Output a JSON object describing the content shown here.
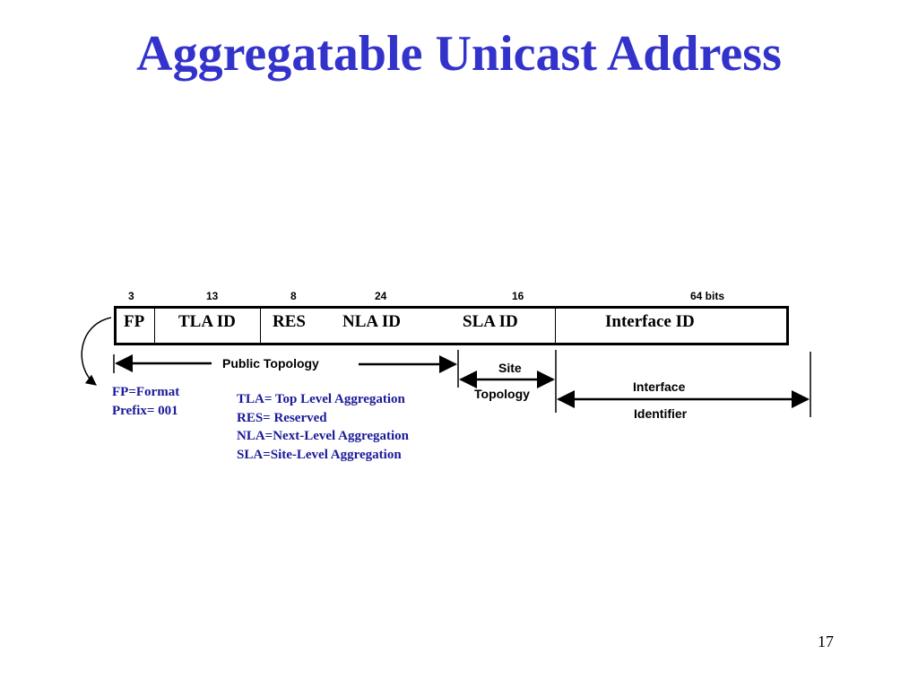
{
  "title": "Aggregatable Unicast Address",
  "bit_widths": [
    "3",
    "13",
    "8",
    "24",
    "16",
    "64 bits"
  ],
  "fields": [
    "FP",
    "TLA ID",
    "RES",
    "NLA ID",
    "SLA ID",
    "Interface ID"
  ],
  "topology": {
    "public": "Public Topology",
    "site_line1": "Site",
    "site_line2": "Topology",
    "interface_line1": "Interface",
    "interface_line2": "Identifier"
  },
  "fp_note": {
    "line1": "FP=Format",
    "line2": "Prefix= 001"
  },
  "legend": [
    "TLA= Top Level Aggregation",
    "RES= Reserved",
    "NLA=Next-Level Aggregation",
    "SLA=Site-Level  Aggregation"
  ],
  "page_number": "17",
  "colors": {
    "title": "#3333cc",
    "legend_text": "#1a1a99",
    "lines": "#000000"
  }
}
